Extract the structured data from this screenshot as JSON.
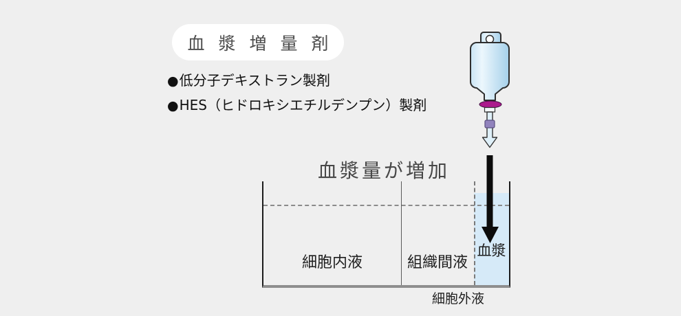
{
  "header": {
    "title": "血漿増量剤"
  },
  "bullets": [
    {
      "marker": "●",
      "text": "低分子デキストラン製剤"
    },
    {
      "marker": "●",
      "text": "HES（ヒドロキシエチルデンプン）製剤"
    }
  ],
  "diagram": {
    "caption": "血漿量が増加",
    "compartments": {
      "intracellular": {
        "label": "細胞内液"
      },
      "interstitial": {
        "label": "組織間液"
      },
      "plasma": {
        "label": "血漿"
      }
    },
    "footer_label": "細胞外液"
  },
  "icons": {
    "iv_bag": "iv-drip-bag-icon",
    "infusion_arrow": "infusion-down-arrow-icon"
  },
  "colors": {
    "background": "#EFEFEF",
    "pill_background": "#FFFFFF",
    "title_text": "#4D4D4D",
    "body_text": "#111111",
    "plasma_fill": "#D6EAF8",
    "bag_blue_light": "#ECF7FD",
    "bag_blue_dark": "#A5D0EA",
    "ring_magenta": "#AB1A8C",
    "clamp_purple": "#9183BD",
    "arrow_black": "#0C0C0C",
    "tank_wall": "#1B1B1B",
    "tank_base": "#8E8E8E",
    "dashed_line": "#8A8A8A"
  }
}
